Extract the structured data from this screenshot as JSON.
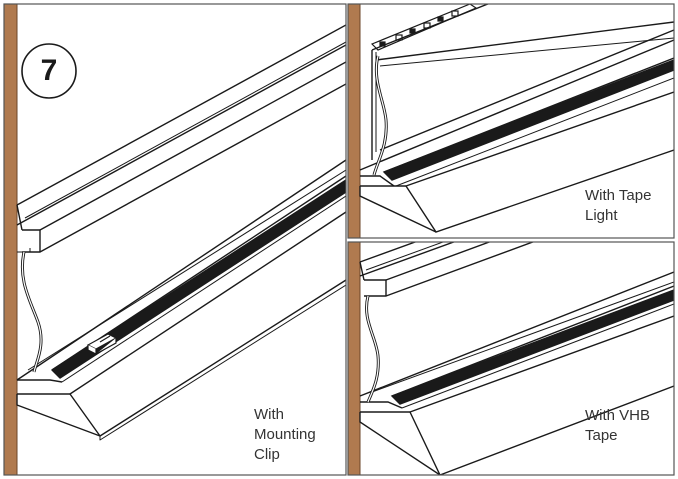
{
  "step_number": "7",
  "panels": [
    {
      "id": "mounting-clip",
      "caption": "With\nMounting\nClip"
    },
    {
      "id": "tape-light",
      "caption": "With Tape\nLight"
    },
    {
      "id": "vhb-tape",
      "caption": "With VHB\nTape"
    }
  ],
  "colors": {
    "wall_wood": "#b07a4f",
    "wall_wood_edge": "#6b4528",
    "line": "#1a1a1a",
    "profile_dark": "#1a1a1a",
    "border": "#555555"
  }
}
